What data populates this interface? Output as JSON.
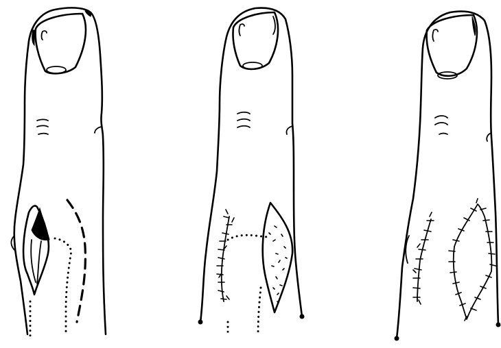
{
  "figure": {
    "panels": [
      {
        "id": "left",
        "stage": "defect-and-incision-outline"
      },
      {
        "id": "middle",
        "stage": "flap-transposed-graft-applied"
      },
      {
        "id": "right",
        "stage": "wounds-sutured"
      }
    ],
    "ink_color": "#000000",
    "background_color": "#ffffff"
  }
}
